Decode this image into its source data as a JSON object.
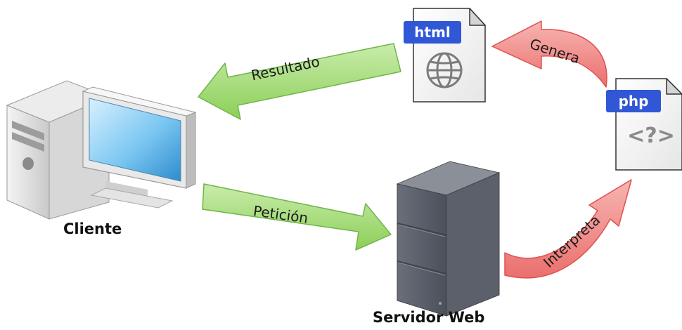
{
  "nodes": {
    "client": {
      "label": "Cliente"
    },
    "server": {
      "label": "Servidor Web"
    },
    "html_file": {
      "tag": "html"
    },
    "php_file": {
      "tag": "php",
      "glyph": "<?>"
    }
  },
  "arrows": {
    "request": {
      "label": "Petición",
      "color": "#9bd36b"
    },
    "result": {
      "label": "Resultado",
      "color": "#9bd36b"
    },
    "interprets": {
      "label": "Interpreta",
      "color": "#f08c8c"
    },
    "generates": {
      "label": "Genera",
      "color": "#f08c8c"
    }
  },
  "colors": {
    "file_tag": "#2f57d6",
    "arrow_green_stroke": "#6fb548",
    "arrow_red_stroke": "#e0504f"
  }
}
